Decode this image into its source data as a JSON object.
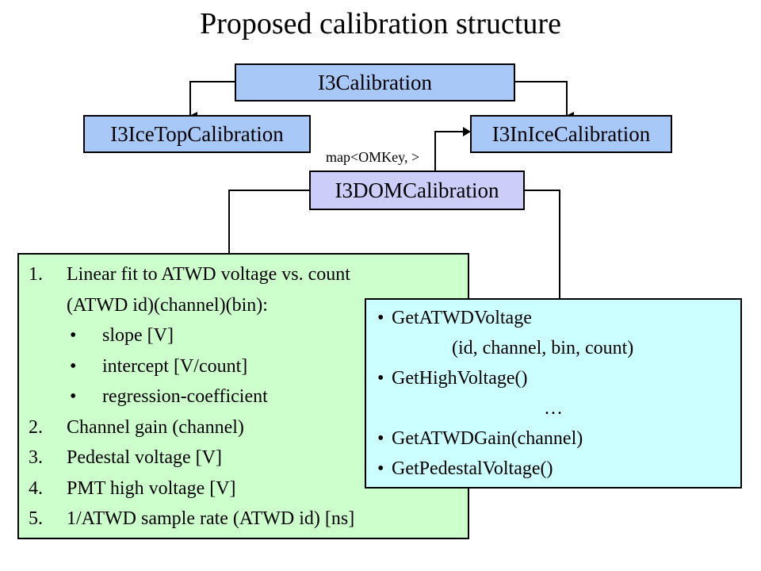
{
  "title": "Proposed calibration structure",
  "nodes": {
    "calibration": "I3Calibration",
    "icetop": "I3IceTopCalibration",
    "inice": "I3InIceCalibration",
    "dom": "I3DOMCalibration"
  },
  "map_label": "map<OMKey, >",
  "colors": {
    "node_blue": "#a8c8f8",
    "node_lavender": "#cccdf8",
    "data_box": "#ccffcc",
    "method_box": "#ccffff"
  },
  "data_list": [
    {
      "marker": "1.",
      "text": "Linear fit to ATWD voltage vs. count"
    },
    {
      "marker": "",
      "text": "(ATWD id)(channel)(bin):"
    },
    {
      "marker": "•",
      "text": "slope [V]"
    },
    {
      "marker": "•",
      "text": "intercept [V/count]"
    },
    {
      "marker": "•",
      "text": "regression-coefficient"
    },
    {
      "marker": "2.",
      "text": "Channel gain (channel)"
    },
    {
      "marker": "3.",
      "text": "Pedestal  voltage [V]"
    },
    {
      "marker": "4.",
      "text": "PMT high voltage [V]"
    },
    {
      "marker": "5.",
      "text": "1/ATWD sample rate (ATWD id) [ns]"
    }
  ],
  "methods": [
    {
      "bullet": "•",
      "text": "GetATWDVoltage"
    },
    {
      "bullet": "",
      "text": "(id, channel, bin, count)"
    },
    {
      "bullet": "•",
      "text": "GetHighVoltage()"
    },
    {
      "bullet": "",
      "text": "…"
    },
    {
      "bullet": "•",
      "text": "GetATWDGain(channel)"
    },
    {
      "bullet": "•",
      "text": "GetPedestalVoltage()"
    }
  ]
}
